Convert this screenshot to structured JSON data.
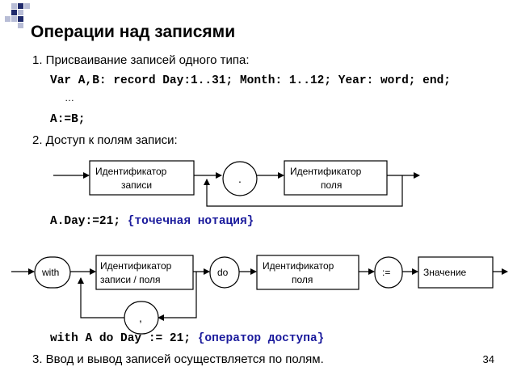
{
  "slide": {
    "title": "Операции над записями",
    "item1": "1. Присваивание записей одного типа:",
    "code_decl": "Var A,B: record Day:1..31; Month: 1..12; Year: word; end;",
    "ellipsis": "…",
    "code_assign": "A:=B;",
    "item2": "2. Доступ к полям записи:",
    "diagram1": {
      "box1_line1": "Идентификатор",
      "box1_line2": "записи",
      "dot": ".",
      "box2_line1": "Идентификатор",
      "box2_line2": "поля"
    },
    "code_dot": "A.Day:=21;",
    "comment_dot": "{точечная нотация}",
    "diagram2": {
      "with": "with",
      "box1_line1": "Идентификатор",
      "box1_line2": "записи / поля",
      "do": "do",
      "box2_line1": "Идентификатор",
      "box2_line2": "поля",
      "assign": ":=",
      "value": "Значение",
      "comma": ","
    },
    "code_with": "with A do Day := 21;",
    "comment_with": "{оператор доступа}",
    "item3": "3. Ввод и вывод записей осуществляется по полям.",
    "page_number": "34"
  },
  "colors": {
    "accent": "#1a1a9c",
    "deco_dark": "#1f2a6b",
    "deco_light": "#b8bdd6"
  }
}
